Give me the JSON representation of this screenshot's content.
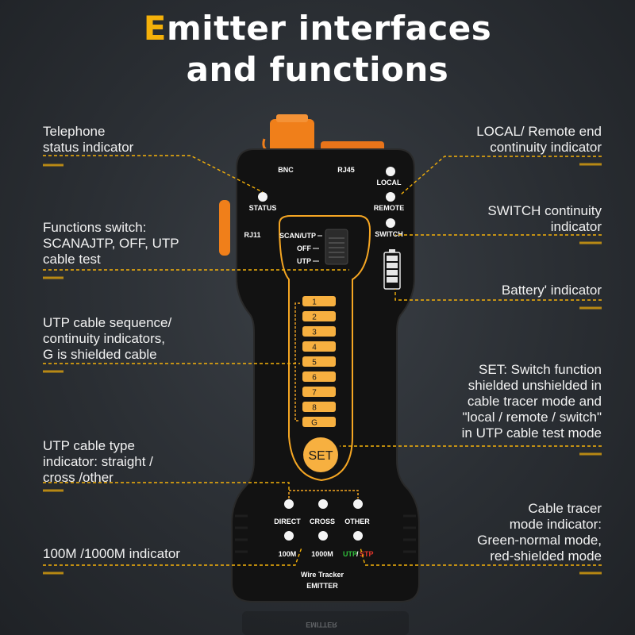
{
  "title": {
    "accent": "E",
    "rest_line1": "mitter interfaces",
    "line2": "and functions"
  },
  "callouts": {
    "telephone": [
      "Telephone",
      "status indicator"
    ],
    "functions_switch": [
      "Functions switch:",
      "SCANAJTP, OFF, UTP",
      "cable test"
    ],
    "utp_sequence": [
      "UTP cable sequence/",
      "continuity indicators,",
      "G is shielded cable"
    ],
    "utp_type": [
      "UTP cable type",
      "indicator: straight /",
      "cross /other"
    ],
    "speed": [
      "100M /1000M indicator"
    ],
    "local_remote": [
      "LOCAL/ Remote end",
      "continuity indicator"
    ],
    "switch_continuity": [
      "SWITCH continuity",
      "indicator"
    ],
    "battery": [
      "Battery' indicator"
    ],
    "set": [
      "SET: Switch function",
      "shielded unshielded in",
      "cable tracer mode and",
      "\"local / remote / switch\"",
      "in UTP cable test mode"
    ],
    "tracer_mode": [
      "Cable tracer",
      "mode indicator:",
      "Green-normal mode,",
      "red-shielded mode"
    ]
  },
  "device": {
    "bnc": "BNC",
    "rj45": "RJ45",
    "rj11": "RJ11",
    "status": "STATUS",
    "local": "LOCAL",
    "remote": "REMOTE",
    "switch": "SWITCH",
    "scan_utp": "SCAN/UTP",
    "off": "OFF",
    "utp": "UTP",
    "leds": [
      "1",
      "2",
      "3",
      "4",
      "5",
      "6",
      "7",
      "8",
      "G"
    ],
    "set": "SET",
    "direct": "DIRECT",
    "cross": "CROSS",
    "other": "OTHER",
    "m100": "100M",
    "m1000": "1000M",
    "utp2": "UTP",
    "stp": "STP",
    "brand": "Wire Tracker",
    "model": "EMITTER",
    "reflection": "EMITTER"
  },
  "colors": {
    "accent": "#f5b10a",
    "orange": "#f07f1a",
    "led_orange": "#f7b040",
    "body": "#141414",
    "green": "#2fbf3b",
    "red": "#e0342a"
  }
}
